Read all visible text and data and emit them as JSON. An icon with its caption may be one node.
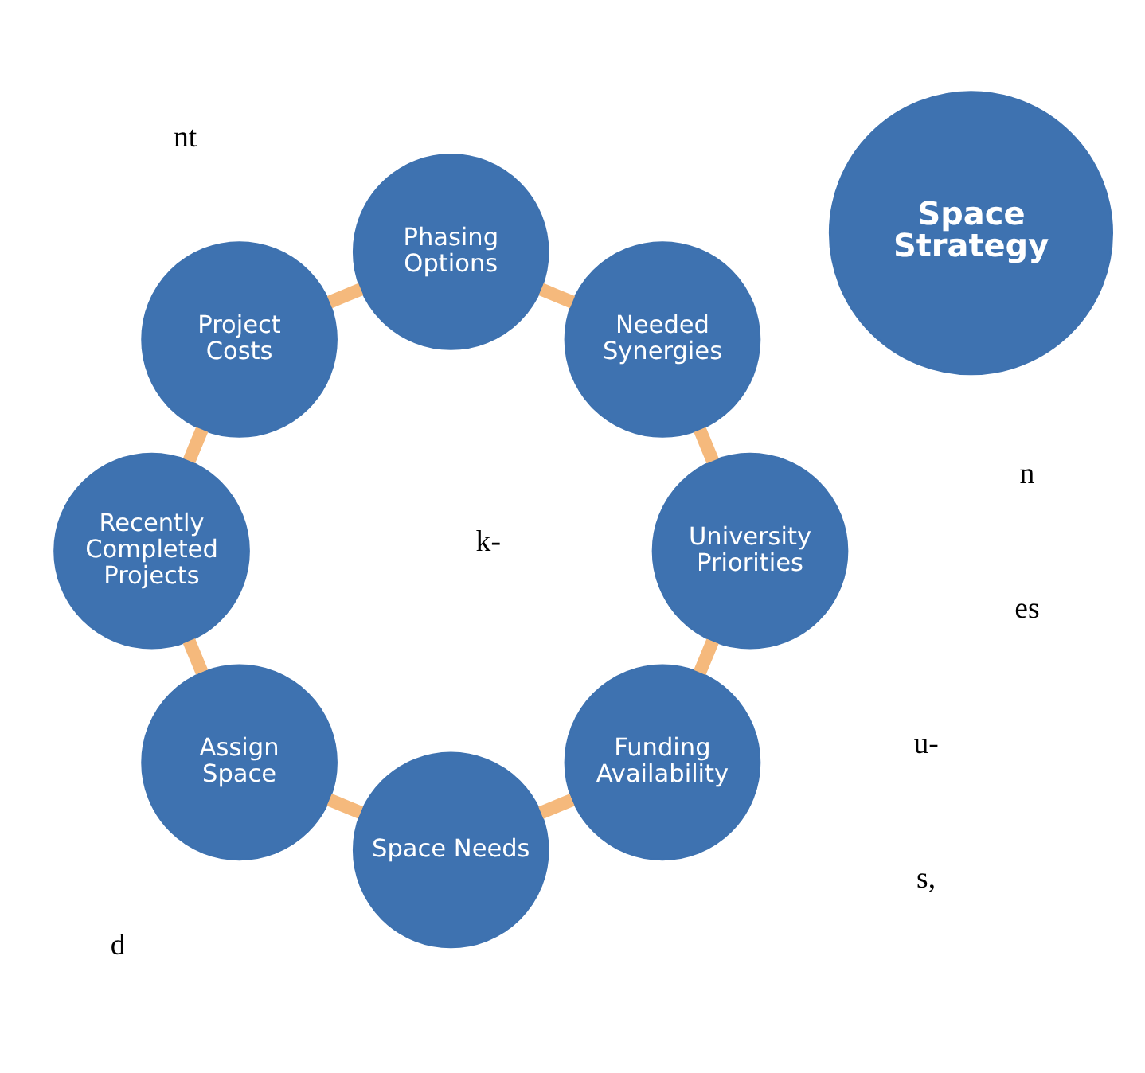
{
  "diagram": {
    "nodes": [
      {
        "text": [
          "Funding Availability"
        ]
      },
      {
        "text": [
          "University Priorities"
        ]
      },
      {
        "text": [
          "Space Needs"
        ]
      },
      {
        "text": [
          "Needed Synergies"
        ]
      },
      {
        "text": [
          "Space Strategy"
        ]
      },
      {
        "text": [
          "Assign Space"
        ]
      },
      {
        "text": [
          "Phasing Options"
        ]
      },
      {
        "text": [
          "Recently Completed Projects"
        ]
      },
      {
        "text": [
          "Project Costs"
        ]
      }
    ],
    "edges": [
      {
        "from": 0,
        "to": 2,
        "arrow": "none"
      },
      {
        "from": 2,
        "to": 5,
        "arrow": "none"
      },
      {
        "from": 5,
        "to": 7,
        "arrow": "none"
      },
      {
        "from": 7,
        "to": 8,
        "arrow": "none"
      },
      {
        "from": 8,
        "to": 6,
        "arrow": "none"
      },
      {
        "from": 6,
        "to": 3,
        "arrow": "none"
      },
      {
        "from": 3,
        "to": 1,
        "arrow": "none"
      },
      {
        "from": 1,
        "to": 0,
        "arrow": "none"
      }
    ],
    "labels": [
      "k-",
      "s,",
      "u-",
      "nt",
      "d",
      "es",
      "n"
    ]
  }
}
